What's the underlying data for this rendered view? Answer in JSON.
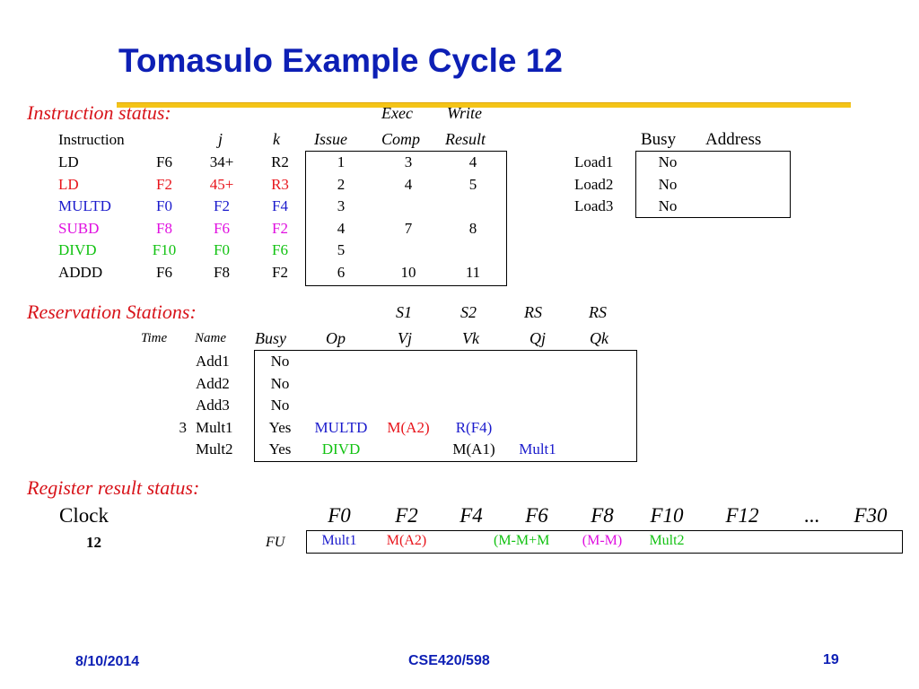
{
  "title": "Tomasulo Example Cycle 12",
  "instruction_status": {
    "section_label": "Instruction status:",
    "header_top": [
      "Exec",
      "Write"
    ],
    "headers": [
      "Instruction",
      "j",
      "k",
      "Issue",
      "Comp",
      "Result"
    ],
    "rows": [
      {
        "op": "LD",
        "dest": "F6",
        "j": "34+",
        "k": "R2",
        "issue": "1",
        "comp": "3",
        "result": "4",
        "color": "#000000"
      },
      {
        "op": "LD",
        "dest": "F2",
        "j": "45+",
        "k": "R3",
        "issue": "2",
        "comp": "4",
        "result": "5",
        "color": "#e8141b"
      },
      {
        "op": "MULTD",
        "dest": "F0",
        "j": "F2",
        "k": "F4",
        "issue": "3",
        "comp": "",
        "result": "",
        "color": "#1a1acc"
      },
      {
        "op": "SUBD",
        "dest": "F8",
        "j": "F6",
        "k": "F2",
        "issue": "4",
        "comp": "7",
        "result": "8",
        "color": "#e010e0"
      },
      {
        "op": "DIVD",
        "dest": "F10",
        "j": "F0",
        "k": "F6",
        "issue": "5",
        "comp": "",
        "result": "",
        "color": "#12c212"
      },
      {
        "op": "ADDD",
        "dest": "F6",
        "j": "F8",
        "k": "F2",
        "issue": "6",
        "comp": "10",
        "result": "11",
        "color": "#000000"
      }
    ]
  },
  "load_buffers": {
    "headers": [
      "Busy",
      "Address"
    ],
    "rows": [
      {
        "name": "Load1",
        "busy": "No",
        "address": ""
      },
      {
        "name": "Load2",
        "busy": "No",
        "address": ""
      },
      {
        "name": "Load3",
        "busy": "No",
        "address": ""
      }
    ]
  },
  "reservation_stations": {
    "section_label": "Reservation Stations:",
    "header_top": [
      "S1",
      "S2",
      "RS",
      "RS"
    ],
    "headers": [
      "Time",
      "Name",
      "Busy",
      "Op",
      "Vj",
      "Vk",
      "Qj",
      "Qk"
    ],
    "rows": [
      {
        "time": "",
        "name": "Add1",
        "busy": "No",
        "op": "",
        "vj": "",
        "vk": "",
        "qj": "",
        "qk": ""
      },
      {
        "time": "",
        "name": "Add2",
        "busy": "No",
        "op": "",
        "vj": "",
        "vk": "",
        "qj": "",
        "qk": ""
      },
      {
        "time": "",
        "name": "Add3",
        "busy": "No",
        "op": "",
        "vj": "",
        "vk": "",
        "qj": "",
        "qk": ""
      },
      {
        "time": "3",
        "name": "Mult1",
        "busy": "Yes",
        "op": "MULTD",
        "vj": "M(A2)",
        "vk": "R(F4)",
        "qj": "",
        "qk": ""
      },
      {
        "time": "",
        "name": "Mult2",
        "busy": "Yes",
        "op": "DIVD",
        "vj": "",
        "vk": "M(A1)",
        "qj": "Mult1",
        "qk": ""
      }
    ]
  },
  "register_result_status": {
    "section_label": "Register result status:",
    "clock_label": "Clock",
    "clock_value": "12",
    "fu_label": "FU",
    "registers": [
      "F0",
      "F2",
      "F4",
      "F6",
      "F8",
      "F10",
      "F12",
      "...",
      "F30"
    ],
    "fu_values": [
      "Mult1",
      "M(A2)",
      "",
      "(M-M+M",
      "(M-M)",
      "Mult2",
      "",
      "",
      ""
    ]
  },
  "footer": {
    "date": "8/10/2014",
    "course": "CSE420/598",
    "page": "19"
  }
}
